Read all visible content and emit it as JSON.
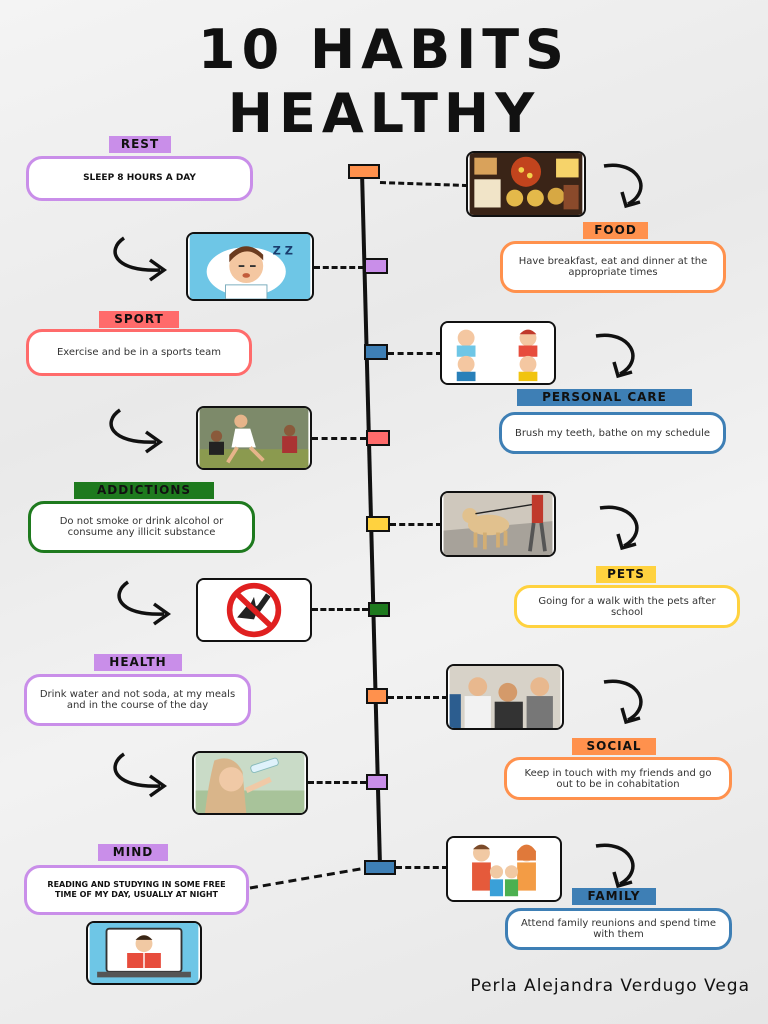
{
  "title_line1": "10 HABITS",
  "title_line2": "HEALTHY",
  "author": "Perla Alejandra Verdugo Vega",
  "colors": {
    "purple": "#c98ee9",
    "orange": "#ff914d",
    "red": "#ff6b6b",
    "blue": "#3e7fb5",
    "green": "#1e7a1e",
    "yellow": "#ffd23f",
    "line": "#111111"
  },
  "habits": [
    {
      "label": "REST",
      "text": "SLEEP 8 HOURS A DAY",
      "icon": "sleeping-person-icon"
    },
    {
      "label": "FOOD",
      "text": "Have breakfast, eat and dinner at the appropriate times",
      "icon": "food-photo-icon"
    },
    {
      "label": "SPORT",
      "text": "Exercise and be in a sports team",
      "icon": "sports-photo-icon"
    },
    {
      "label": "PERSONAL CARE",
      "text": "Brush my teeth, bathe on my schedule",
      "icon": "personal-care-icon"
    },
    {
      "label": "ADDICTIONS",
      "text": "Do not smoke or drink alcohol or consume any illicit substance",
      "icon": "no-drugs-icon"
    },
    {
      "label": "PETS",
      "text": "Going for a walk with the pets after school",
      "icon": "dog-walk-icon"
    },
    {
      "label": "HEALTH",
      "text": "Drink water and not soda, at my meals and in the course of the day",
      "icon": "drinking-water-icon"
    },
    {
      "label": "SOCIAL",
      "text": "Keep in touch with my friends and go out to be in cohabitation",
      "icon": "friends-photo-icon"
    },
    {
      "label": "MIND",
      "text": "READING AND STUDYING IN SOME FREE TIME OF MY DAY, USUALLY AT NIGHT",
      "icon": "reading-student-icon"
    },
    {
      "label": "FAMILY",
      "text": "Attend family reunions and spend time with them",
      "icon": "family-icon"
    }
  ]
}
